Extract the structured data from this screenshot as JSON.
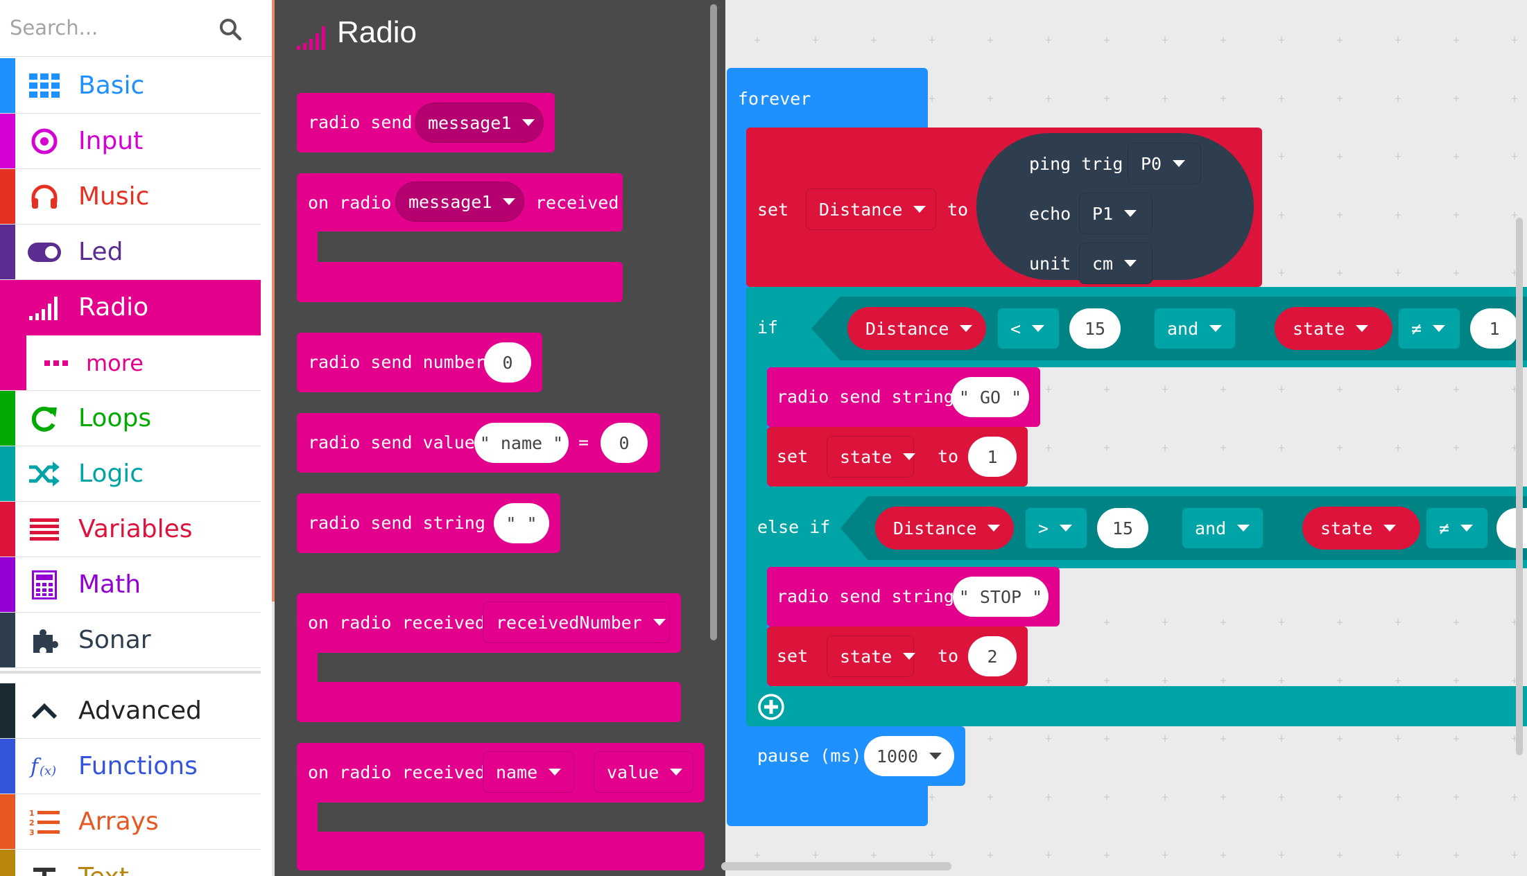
{
  "toolbox": {
    "search_placeholder": "Search...",
    "categories": [
      {
        "label": "Basic",
        "color": "#1e90ff",
        "icon": "grid-icon"
      },
      {
        "label": "Input",
        "color": "#d400d4",
        "icon": "target-icon"
      },
      {
        "label": "Music",
        "color": "#e63022",
        "icon": "headphones-icon"
      },
      {
        "label": "Led",
        "color": "#5c2d91",
        "icon": "toggle-icon"
      },
      {
        "label": "Radio",
        "color": "#e3008c",
        "icon": "signal-bars-icon"
      },
      {
        "label": "more",
        "color": "#e3008c",
        "icon": "ellipsis-icon"
      },
      {
        "label": "Loops",
        "color": "#00aa00",
        "icon": "loop-arrow-icon"
      },
      {
        "label": "Logic",
        "color": "#00a4a6",
        "icon": "shuffle-icon"
      },
      {
        "label": "Variables",
        "color": "#dc143c",
        "icon": "lines-icon"
      },
      {
        "label": "Math",
        "color": "#9400d3",
        "icon": "calculator-icon"
      },
      {
        "label": "Sonar",
        "color": "#2f3e4e",
        "icon": "puzzle-icon"
      },
      {
        "label": "Advanced",
        "color": "#1a2a33",
        "icon": "chevron-up-icon"
      },
      {
        "label": "Functions",
        "color": "#3455db",
        "icon": "function-icon"
      },
      {
        "label": "Arrays",
        "color": "#e65722",
        "icon": "numbered-list-icon"
      },
      {
        "label": "Text",
        "color": "#b8860b",
        "icon": "text-icon"
      }
    ]
  },
  "flyout": {
    "title": "Radio",
    "blocks": {
      "send_message": {
        "text": "radio send",
        "dropdown": "message1"
      },
      "on_message": {
        "prefix": "on radio",
        "dropdown": "message1",
        "suffix": "received"
      },
      "send_number": {
        "text": "radio send number",
        "value": "0"
      },
      "send_value": {
        "text": "radio send value",
        "name": "\" name \"",
        "eq": "=",
        "value": "0"
      },
      "send_string": {
        "text": "radio send string",
        "value": "\"  \""
      },
      "on_received_number": {
        "text": "on radio received",
        "param": "receivedNumber"
      },
      "on_received_value": {
        "text": "on radio received",
        "name": "name",
        "value": "value"
      }
    }
  },
  "workspace": {
    "forever": {
      "label": "forever",
      "set_distance": {
        "set": "set",
        "variable": "Distance",
        "to": "to",
        "ping": {
          "trig_label": "ping trig",
          "trig": "P0",
          "echo_label": "echo",
          "echo": "P1",
          "unit_label": "unit",
          "unit": "cm"
        }
      },
      "if": {
        "label": "if",
        "left_var": "Distance",
        "op1": "<",
        "num1": "15",
        "join": "and",
        "right_var": "state",
        "op2": "≠",
        "num2": "1",
        "send": {
          "text": "radio send string",
          "value": "\" GO \""
        },
        "set": {
          "set": "set",
          "variable": "state",
          "to": "to",
          "value": "1"
        }
      },
      "else_if": {
        "label": "else if",
        "left_var": "Distance",
        "op1": ">",
        "num1": "15",
        "join": "and",
        "right_var": "state",
        "op2": "≠",
        "send": {
          "text": "radio send string",
          "value": "\" STOP \""
        },
        "set": {
          "set": "set",
          "variable": "state",
          "to": "to",
          "value": "2"
        }
      },
      "pause": {
        "text": "pause (ms)",
        "value": "1000"
      }
    }
  },
  "colors": {
    "radio": "#e3008c",
    "radio_dark": "#b5006f",
    "logic": "#00a4a6",
    "logic_dark": "#008384",
    "variables": "#dc143c",
    "variables_dark": "#a60e2d",
    "basic": "#1e90ff",
    "sonar": "#2f3e4e",
    "flyout_bg": "#4a4a4a",
    "workspace_bg": "#ebebeb"
  }
}
